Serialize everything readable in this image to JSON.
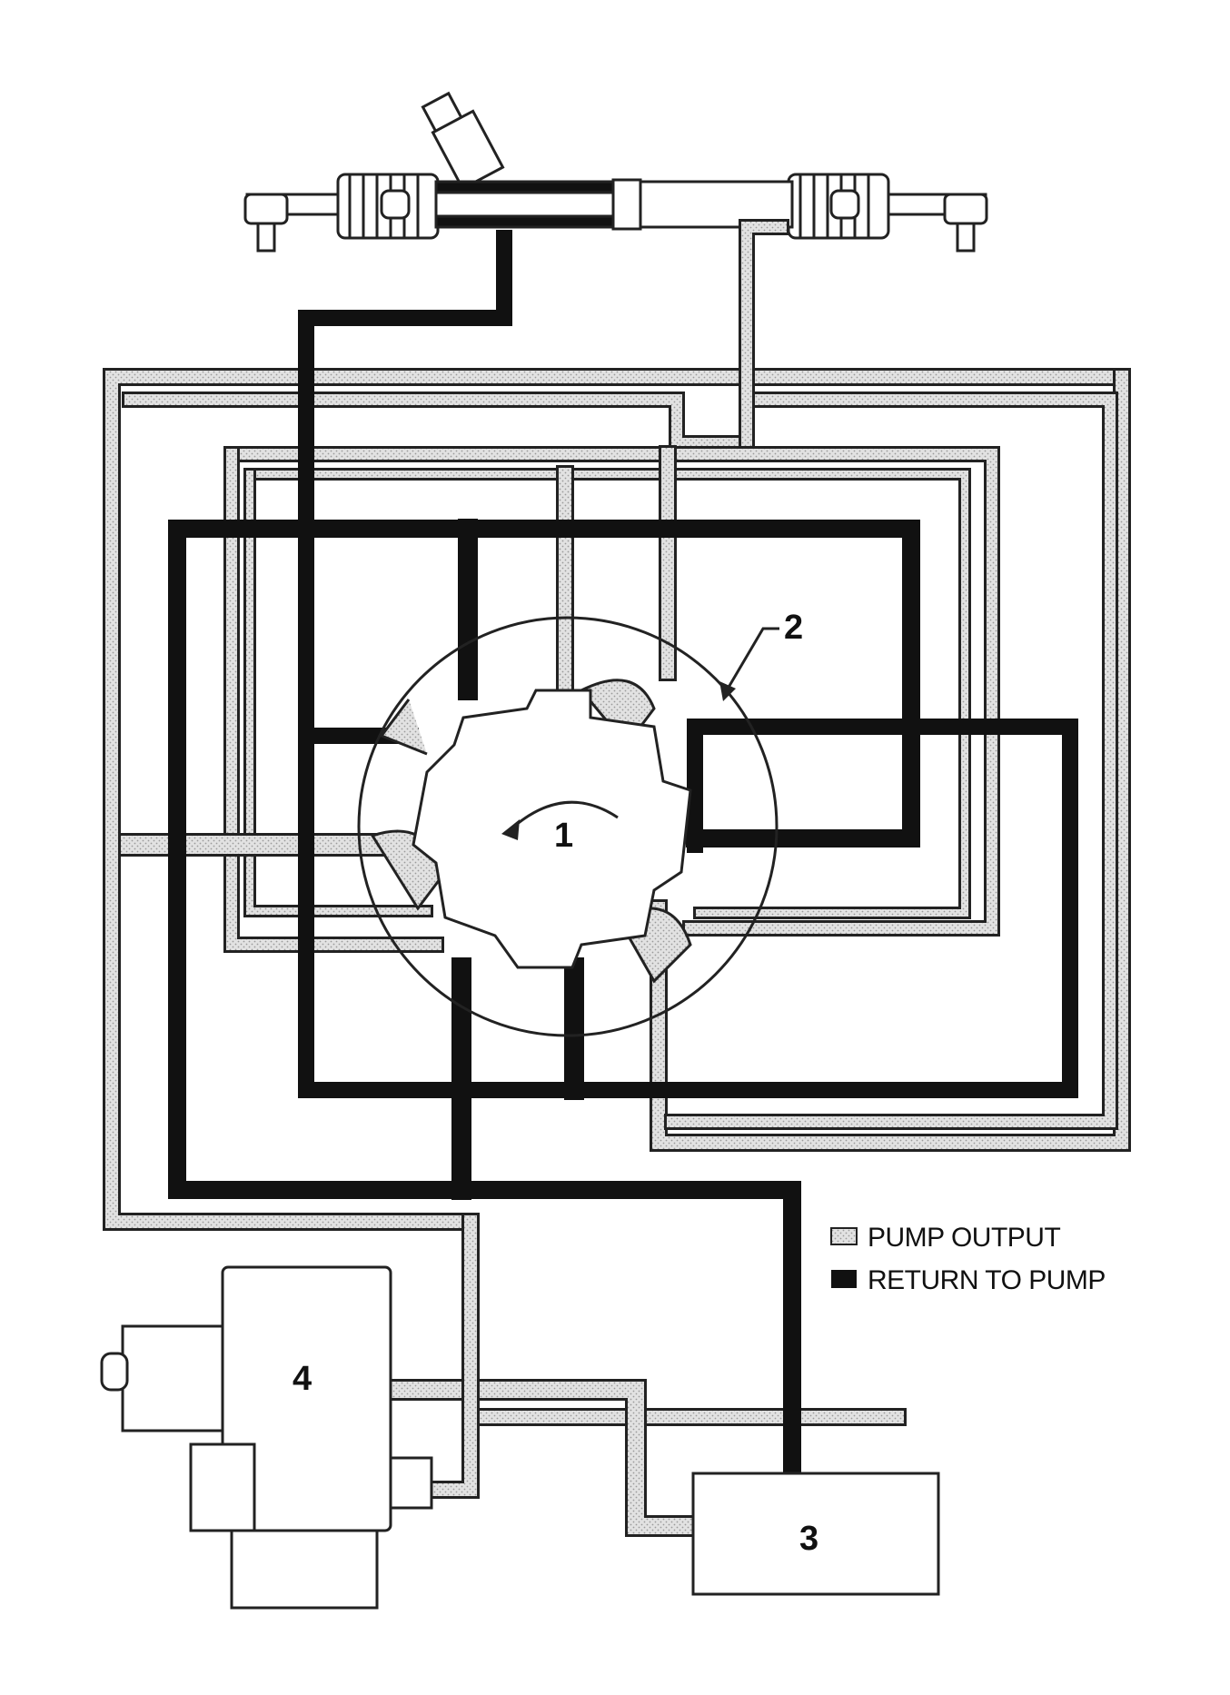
{
  "callouts": {
    "rotor": "1",
    "housing": "2",
    "cooler": "3",
    "pump": "4"
  },
  "legend": {
    "pump_output": "PUMP OUTPUT",
    "return_to_pump": "RETURN TO PUMP"
  },
  "colors": {
    "return_line": "#111111",
    "output_line_fill": "#d9d9d9",
    "outline": "#222222",
    "background": "#ffffff"
  }
}
